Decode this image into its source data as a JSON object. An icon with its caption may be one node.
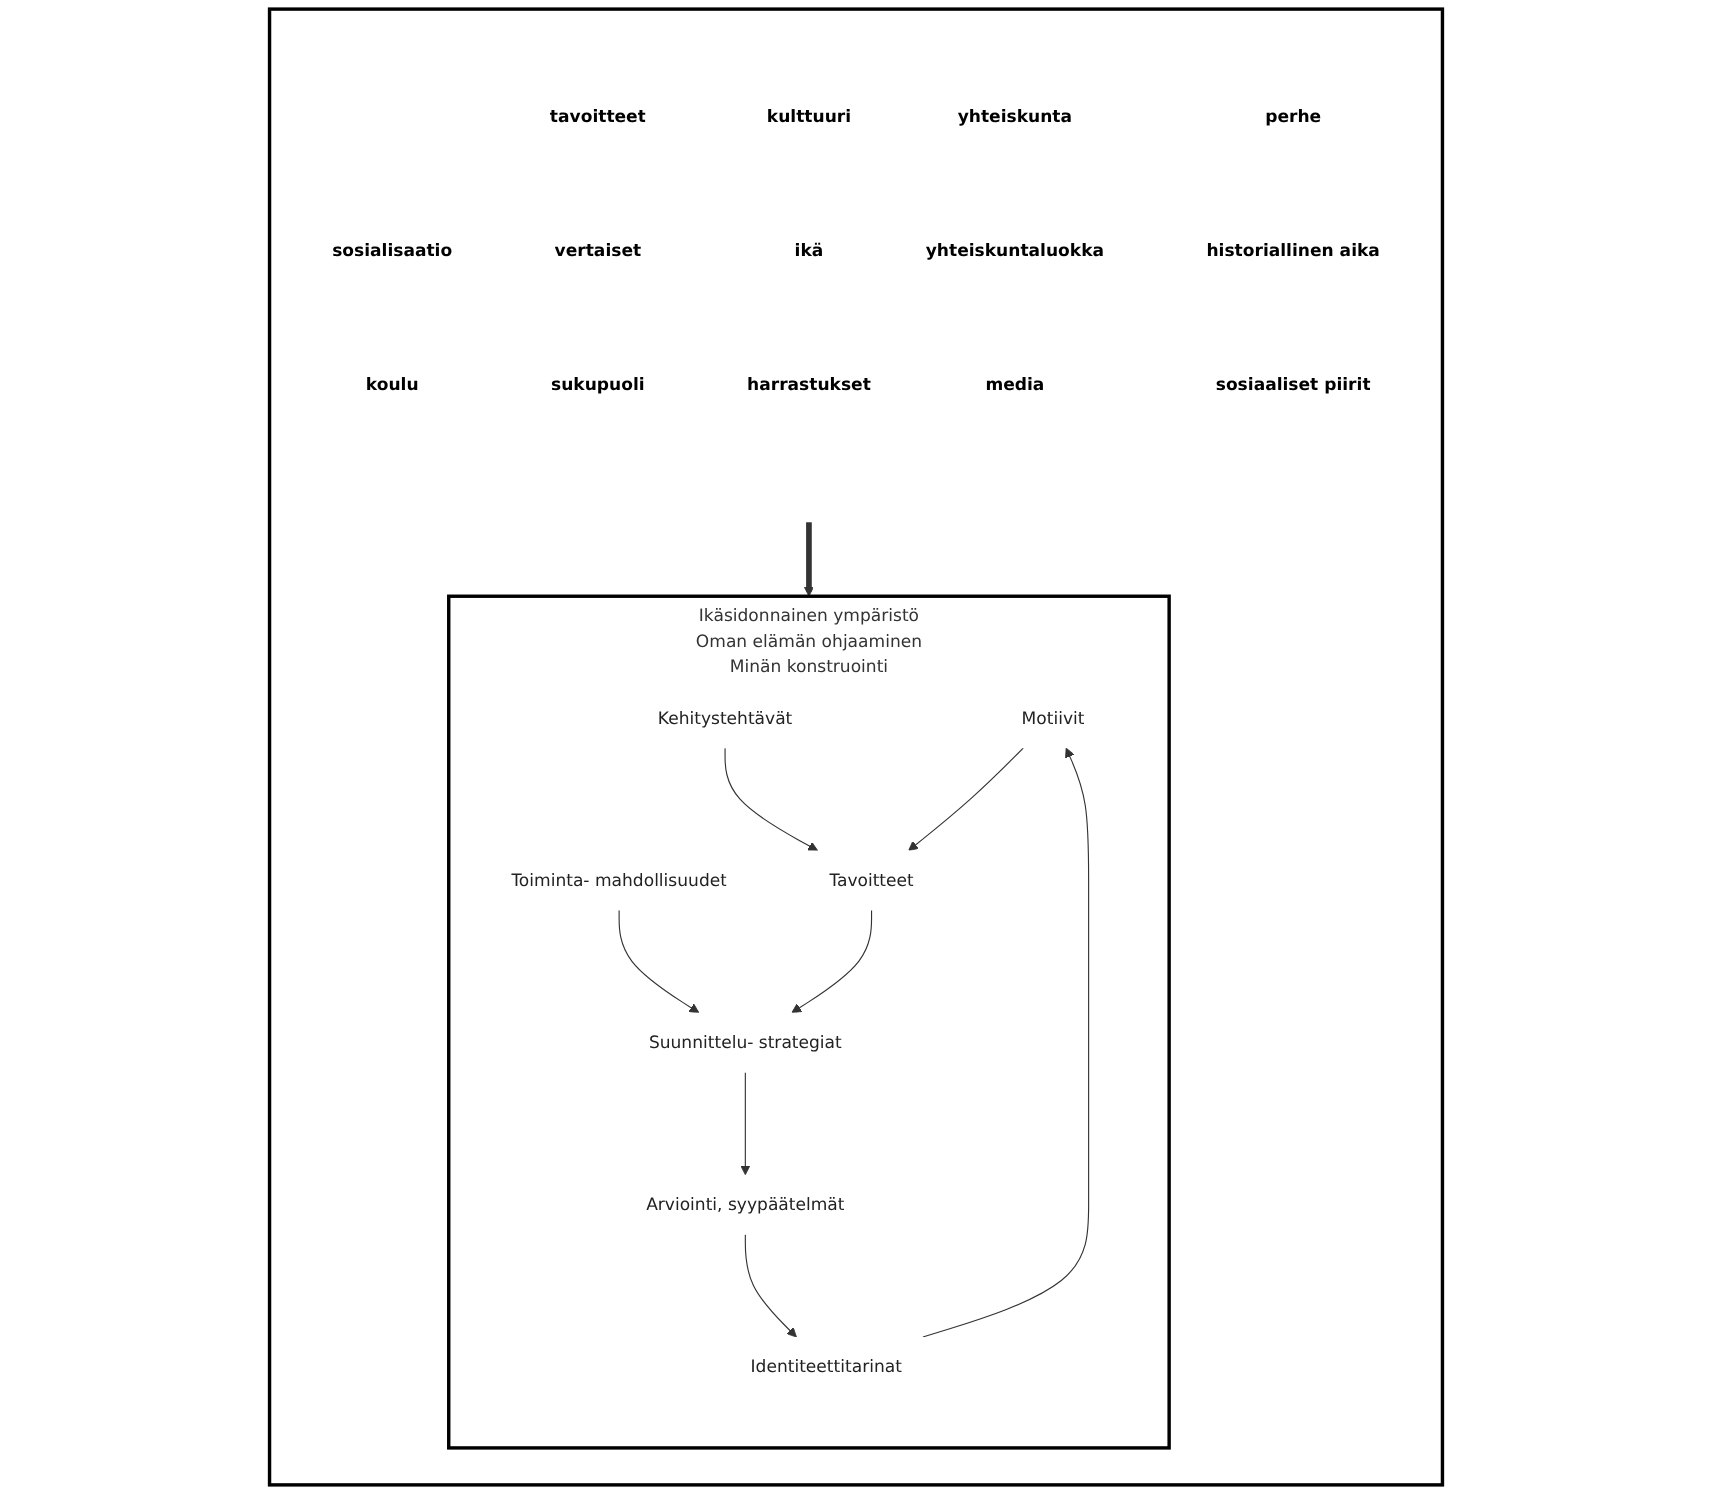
{
  "diagram": {
    "nodes": [
      {
        "text": [],
        "shape": "box"
      },
      {
        "text": [
          "tavoitteet"
        ],
        "in": 0
      },
      {
        "text": [
          "kulttuuri"
        ],
        "in": 0
      },
      {
        "text": [
          "yhteiskunta"
        ],
        "in": 0
      },
      {
        "text": [
          "perhe"
        ],
        "in": 0
      },
      {
        "text": [
          "sosialisaatio"
        ],
        "in": 0
      },
      {
        "text": [
          "vertaiset"
        ],
        "in": 0
      },
      {
        "text": [
          "ikä"
        ],
        "in": 0
      },
      {
        "text": [
          "yhteiskuntaluokka"
        ],
        "in": 0
      },
      {
        "text": [
          "historiallinen aika"
        ],
        "in": 0
      },
      {
        "text": [
          "koulu"
        ],
        "in": 0
      },
      {
        "text": [
          "sukupuoli"
        ],
        "in": 0
      },
      {
        "text": [
          "harrastukset"
        ],
        "in": 0
      },
      {
        "text": [
          "media"
        ],
        "in": 0
      },
      {
        "text": [
          "sosiaaliset piirit"
        ],
        "in": 0
      },
      {
        "text": [
          "Ikäsidonnainen ympäristö",
          "Oman elämän ohjaaminen",
          "Minän konstruointi"
        ],
        "in": 0
      },
      {
        "text": [
          "Motiivit"
        ],
        "in": 15
      },
      {
        "text": [
          "Kehitystehtävät"
        ],
        "in": 15
      },
      {
        "text": [
          "Tavoitteet"
        ],
        "in": 15
      },
      {
        "text": [
          "Identiteettitarinat"
        ],
        "in": 15
      },
      {
        "text": [
          "Toiminta- mahdollisuudet"
        ],
        "in": 15
      },
      {
        "text": [
          "Suunnittelu- strategiat"
        ],
        "in": 15
      },
      {
        "text": [
          "Arviointi, syypäätelmät"
        ],
        "in": 15
      }
    ],
    "edges": [
      {
        "from": null,
        "to": 15,
        "arrow": "to",
        "style": "thick"
      },
      {
        "from": 17,
        "to": 18,
        "arrow": "to"
      },
      {
        "from": 20,
        "to": 21,
        "arrow": "to"
      },
      {
        "from": 16,
        "to": 18,
        "arrow": "to"
      },
      {
        "from": 18,
        "to": 21,
        "arrow": "to"
      },
      {
        "from": 21,
        "to": 22,
        "arrow": "to"
      },
      {
        "from": 22,
        "to": 19,
        "arrow": "to"
      },
      {
        "from": 19,
        "to": 16,
        "arrow": "to"
      }
    ]
  }
}
